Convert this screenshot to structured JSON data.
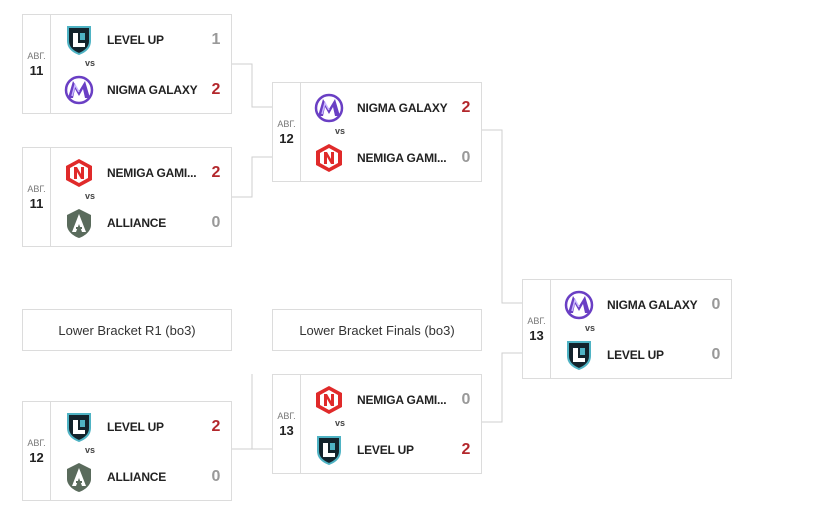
{
  "labels": {
    "lower_r1": "Lower Bracket R1 (bo3)",
    "lower_finals": "Lower Bracket Finals (bo3)"
  },
  "vs_text": "vs",
  "matches": [
    {
      "month": "АВГ.",
      "day": "11",
      "team1": {
        "name": "LEVEL UP",
        "score": "1",
        "logo": "level-up-logo"
      },
      "team2": {
        "name": "NIGMA GALAXY",
        "score": "2",
        "logo": "nigma-galaxy-logo"
      }
    },
    {
      "month": "АВГ.",
      "day": "11",
      "team1": {
        "name": "NEMIGA GAMI...",
        "score": "2",
        "logo": "nemiga-logo"
      },
      "team2": {
        "name": "ALLIANCE",
        "score": "0",
        "logo": "alliance-logo"
      }
    },
    {
      "month": "АВГ.",
      "day": "12",
      "team1": {
        "name": "NIGMA GALAXY",
        "score": "2",
        "logo": "nigma-galaxy-logo"
      },
      "team2": {
        "name": "NEMIGA GAMI...",
        "score": "0",
        "logo": "nemiga-logo"
      }
    },
    {
      "month": "АВГ.",
      "day": "13",
      "team1": {
        "name": "NIGMA GALAXY",
        "score": "0",
        "logo": "nigma-galaxy-logo"
      },
      "team2": {
        "name": "LEVEL UP",
        "score": "0",
        "logo": "level-up-logo"
      }
    },
    {
      "month": "АВГ.",
      "day": "13",
      "team1": {
        "name": "NEMIGA GAMI...",
        "score": "0",
        "logo": "nemiga-logo"
      },
      "team2": {
        "name": "LEVEL UP",
        "score": "2",
        "logo": "level-up-logo"
      }
    },
    {
      "month": "АВГ.",
      "day": "12",
      "team1": {
        "name": "LEVEL UP",
        "score": "2",
        "logo": "level-up-logo"
      },
      "team2": {
        "name": "ALLIANCE",
        "score": "0",
        "logo": "alliance-logo"
      }
    }
  ],
  "colors": {
    "win_score": "#b3272c",
    "lose_score": "#999999",
    "border": "#dcdcdc",
    "connector": "#cfcfcf"
  }
}
